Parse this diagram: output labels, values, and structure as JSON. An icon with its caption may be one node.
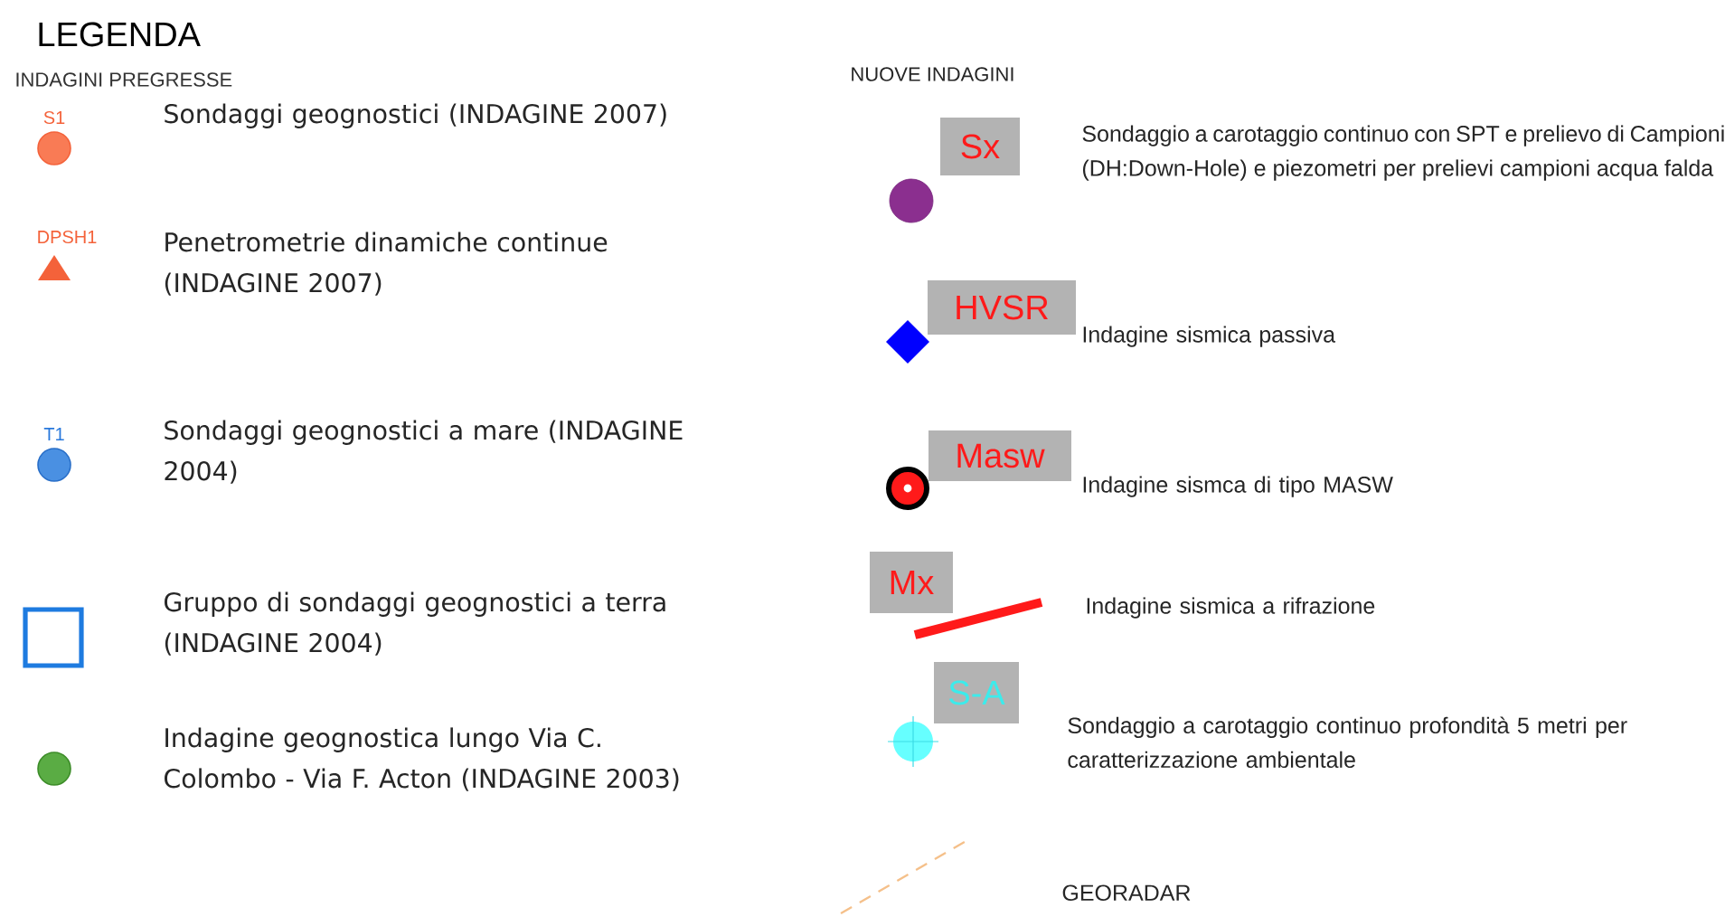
{
  "diagram": {
    "title": "LEGENDA",
    "nodes": [
      {
        "text": [
          "Sx"
        ]
      },
      {
        "text": [
          "HVSR"
        ]
      },
      {
        "text": [
          "Masw"
        ]
      },
      {
        "text": [
          "Mx"
        ]
      },
      {
        "text": [
          "S-A"
        ]
      }
    ],
    "labels": [
      "INDAGINI PREGRESSE",
      "S1",
      "DPSH1",
      "T1",
      "NUOVE INDAGINI"
    ],
    "legend": [
      {
        "text": "Sondaggi geognostici (INDAGINE 2007)"
      },
      {
        "text": "Penetrometrie dinamiche continue (INDAGINE 2007)"
      },
      {
        "text": "Sondaggi geognostici a mare (INDAGINE 2004)"
      },
      {
        "text": "Gruppo di sondaggi geognostici a terra (INDAGINE 2004)"
      },
      {
        "text": "Indagine geognostica lungo Via C. Colombo - Via F. Acton (INDAGINE 2003)"
      },
      {
        "text": "Sondaggio a carotaggio continuo con SPT e prelievo di Campioni (DH:Down-Hole) e piezometri per prelievi campioni acqua falda"
      },
      {
        "text": "Indagine sismica passiva"
      },
      {
        "text": "Indagine sismca di tipo MASW"
      },
      {
        "text": "Indagine sismica a rifrazione"
      },
      {
        "text": "Sondaggio a carotaggio continuo profondità 5 metri per caratterizzazione ambientale"
      },
      {
        "text": "GEORADAR"
      }
    ]
  }
}
